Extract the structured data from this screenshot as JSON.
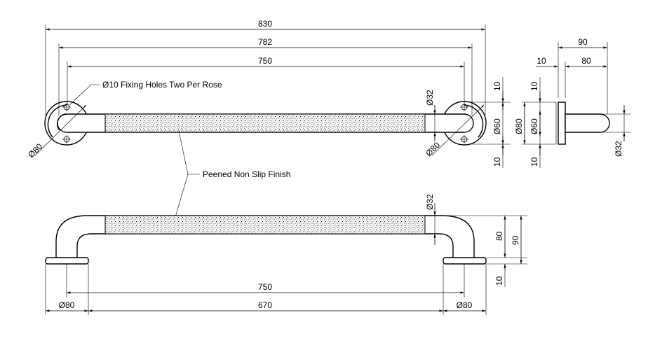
{
  "labels": {
    "fixing_holes": "Ø10 Fixing Holes Two Per Rose",
    "finish": "Peened Non Slip Finish"
  },
  "dims": {
    "top_830": "830",
    "top_782": "782",
    "top_750": "750",
    "left_rose": "Ø80",
    "right_rose": "Ø80",
    "tube_dia_top": "Ø32",
    "right_10_top": "10",
    "right_60": "Ø60",
    "right_10_bottom": "10",
    "side_90": "90",
    "side_10": "10",
    "side_80": "80",
    "side_10_top": "10",
    "side_80_dia": "Ø80",
    "side_60_dia": "Ø60",
    "side_10_bottom": "10",
    "side_32": "Ø32",
    "front_32": "Ø32",
    "front_80": "80",
    "front_90": "90",
    "front_10": "10",
    "bottom_750": "750",
    "bottom_left_80": "Ø80",
    "bottom_670": "670",
    "bottom_right_80": "Ø80"
  },
  "colors": {
    "line": "#000000",
    "background": "#ffffff"
  }
}
